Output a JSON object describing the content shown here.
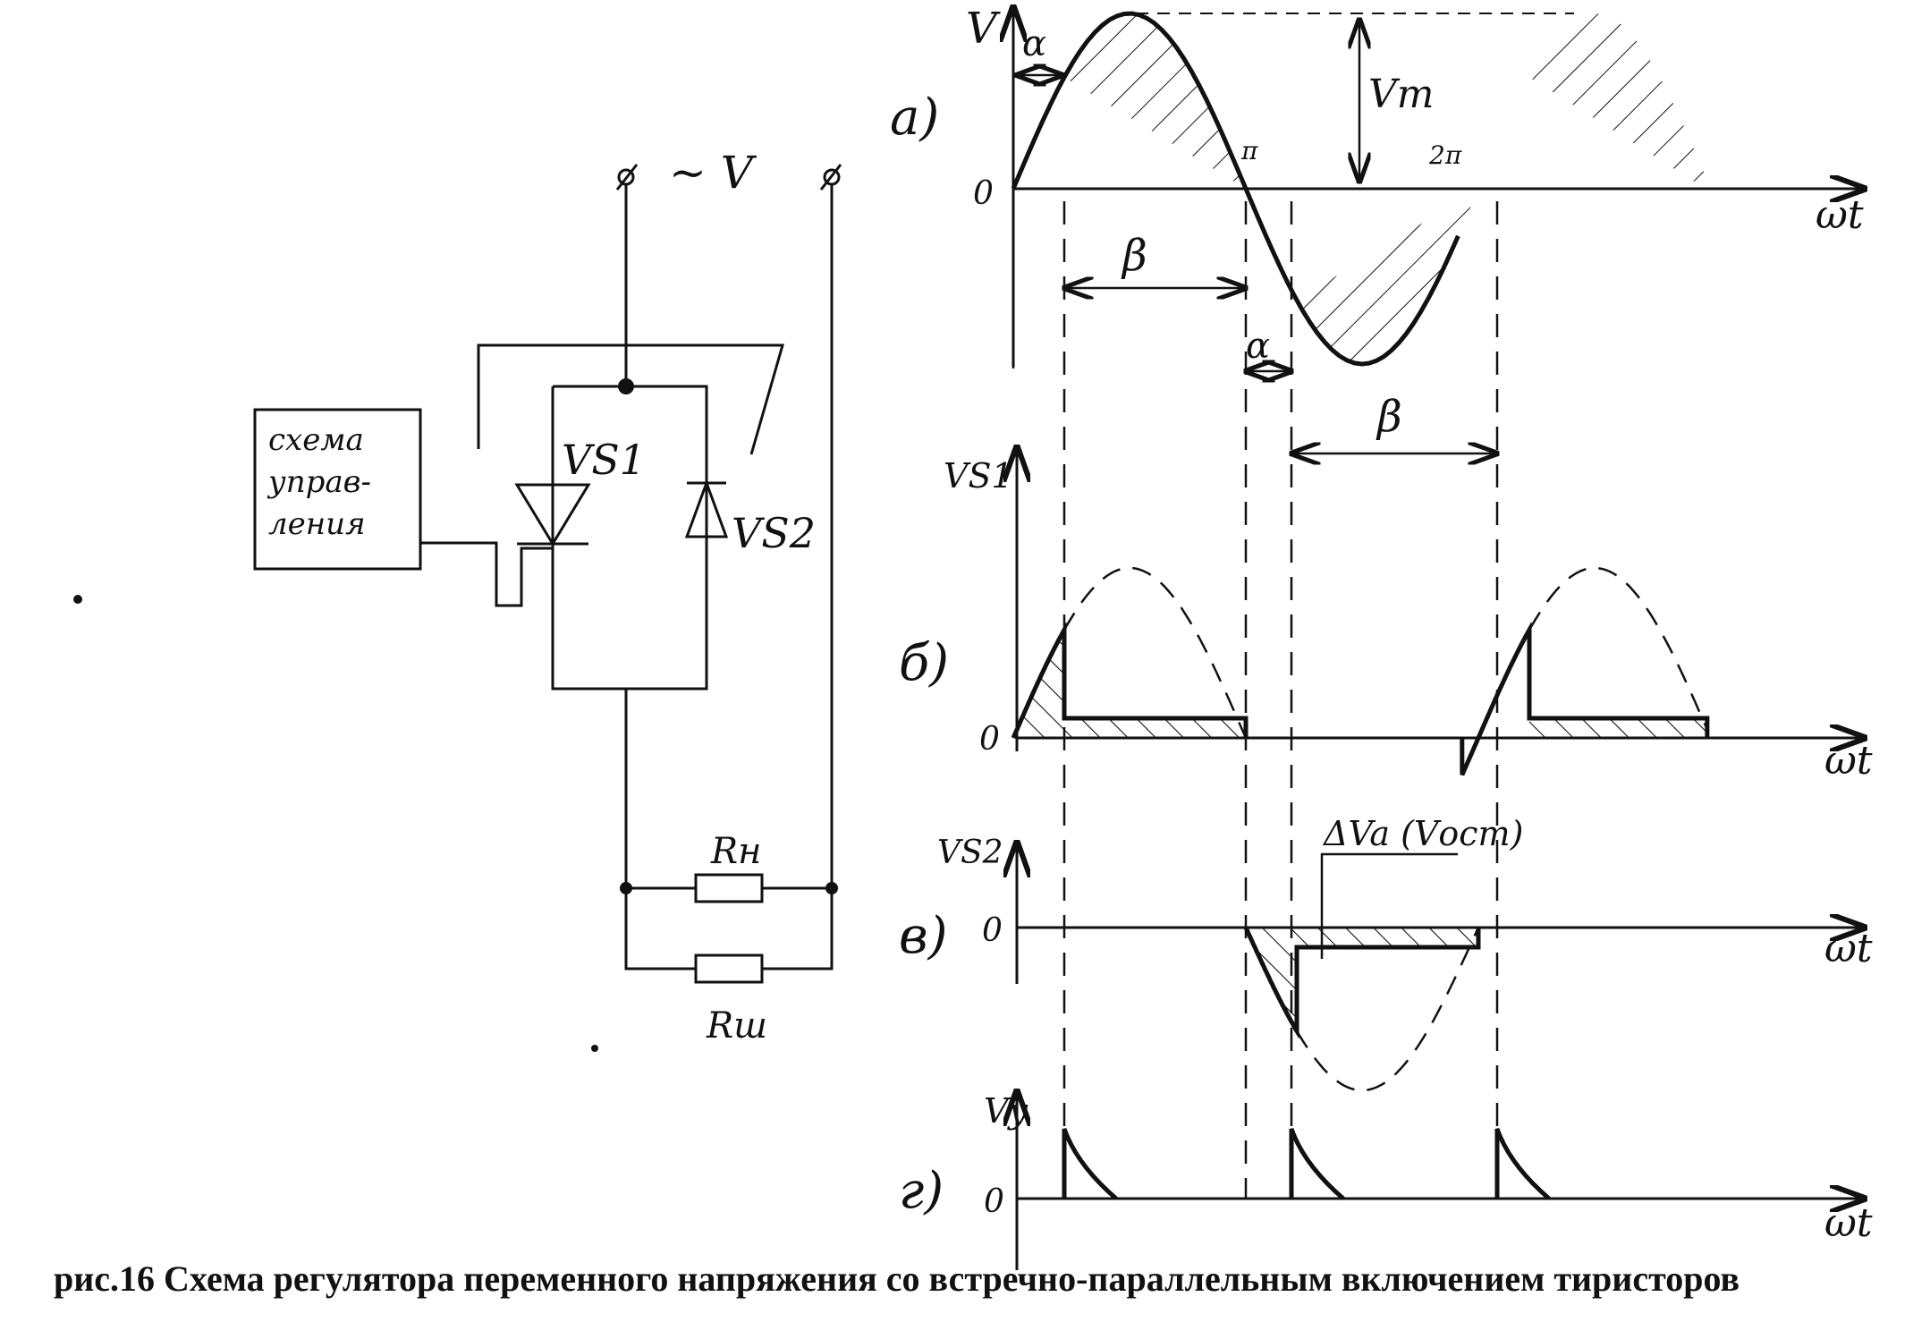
{
  "caption": "рис.16  Схема регулятора переменного напряжения со встречно-параллельным включением тиристоров",
  "circuit": {
    "source_label": "~ V",
    "control_block_lines": [
      "схема",
      "управ-",
      "ления"
    ],
    "thyristor_1": "VS1",
    "thyristor_2": "VS2",
    "load_resistor": "Rн",
    "shunt_resistor": "Rш"
  },
  "plots": {
    "a": {
      "tag": "а)",
      "ylabel": "V",
      "xlabel": "ωt",
      "origin": "0",
      "amplitude": "Vm",
      "alpha": "α",
      "beta": "β",
      "pi": "π",
      "two_pi": "2π"
    },
    "b": {
      "tag": "б)",
      "ylabel": "VS1",
      "xlabel": "ωt",
      "origin": "0",
      "beta": "β",
      "alpha": "α"
    },
    "v": {
      "tag": "в)",
      "ylabel": "VS2",
      "xlabel": "ωt",
      "origin": "0",
      "note": "ΔVa (Vост)"
    },
    "g": {
      "tag": "г)",
      "ylabel": "Vу",
      "xlabel": "ωt",
      "origin": "0"
    }
  }
}
